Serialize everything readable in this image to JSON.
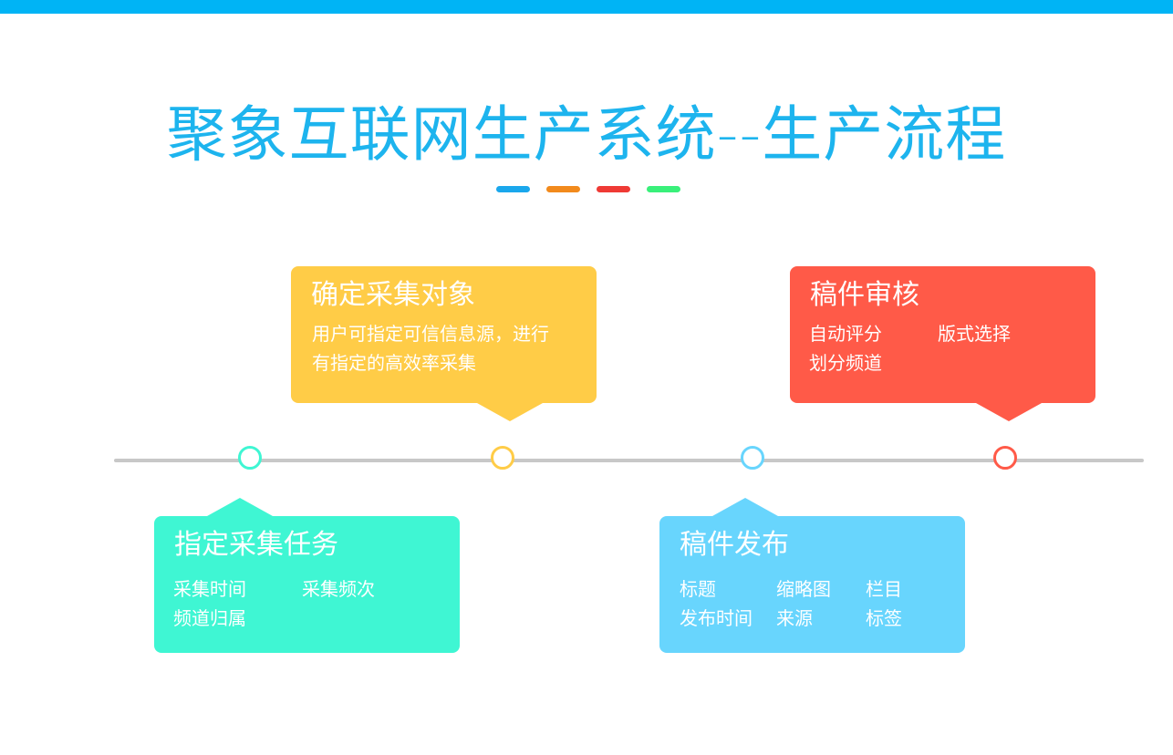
{
  "colors": {
    "top_bar": "#00b4f5",
    "title": "#1db4ee",
    "line": "#c8c8c8",
    "dash_blue": "#1aa7ec",
    "dash_orange": "#f28a1c",
    "dash_red": "#ef3a35",
    "dash_green": "#39f07a",
    "teal": "#3ff6d3",
    "yellow": "#ffcc47",
    "sky": "#68d5fd",
    "red": "#ff5a48"
  },
  "title": "聚象互联网生产系统--生产流程",
  "steps": [
    {
      "title": "指定采集任务",
      "items": [
        "采集时间",
        "采集频次",
        "频道归属"
      ]
    },
    {
      "title": "确定采集对象",
      "description_lines": [
        "用户可指定可信信息源，进行",
        "有指定的高效率采集"
      ]
    },
    {
      "title": "稿件发布",
      "items": [
        "标题",
        "缩略图",
        "栏目",
        "发布时间",
        "来源",
        "标签"
      ]
    },
    {
      "title": "稿件审核",
      "items": [
        "自动评分",
        "版式选择",
        "划分频道"
      ]
    }
  ]
}
